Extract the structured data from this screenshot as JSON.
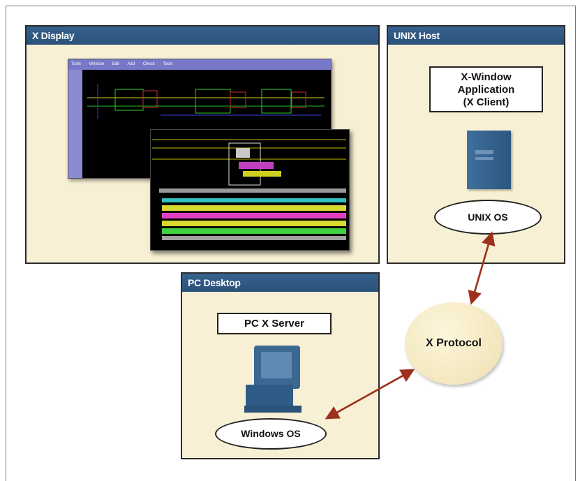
{
  "panels": {
    "x_display": {
      "title": "X Display"
    },
    "unix_host": {
      "title": "UNIX Host"
    },
    "pc_desktop": {
      "title": "PC Desktop"
    }
  },
  "labels": {
    "x_window_app": {
      "line1": "X-Window",
      "line2": "Application",
      "line3": "(X Client)"
    },
    "unix_os": "UNIX OS",
    "pc_x_server": "PC X Server",
    "windows_os": "Windows OS",
    "x_protocol": "X Protocol"
  },
  "screenshot_menu": [
    "Tools",
    "Window",
    "Edit",
    "Add",
    "Check",
    "Tools"
  ],
  "colors": {
    "panel_bg": "#f8f0d4",
    "panel_header": "#2f5a85",
    "arrow": "#a0301e",
    "server_blue": "#2f5c86"
  }
}
